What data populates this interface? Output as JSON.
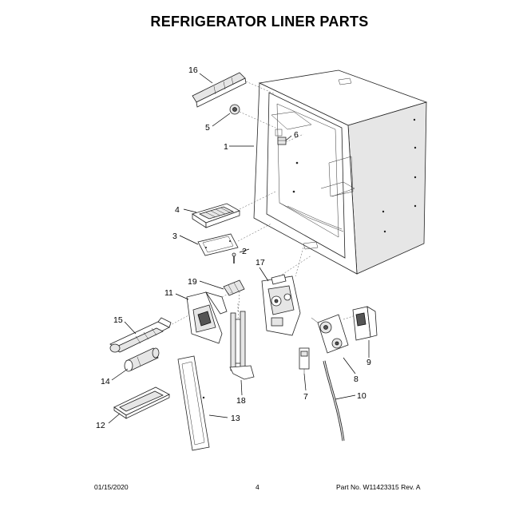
{
  "title": "REFRIGERATOR LINER PARTS",
  "callouts": {
    "c1": "1",
    "c2": "2",
    "c3": "3",
    "c4": "4",
    "c5": "5",
    "c6": "6",
    "c7": "7",
    "c8": "8",
    "c9": "9",
    "c10": "10",
    "c11": "11",
    "c12": "12",
    "c13": "13",
    "c14": "14",
    "c15": "15",
    "c16": "16",
    "c17": "17",
    "c18": "18",
    "c19": "19"
  },
  "footer": {
    "date": "01/15/2020",
    "page": "4",
    "part_number": "Part No. W11423315  Rev. A"
  }
}
